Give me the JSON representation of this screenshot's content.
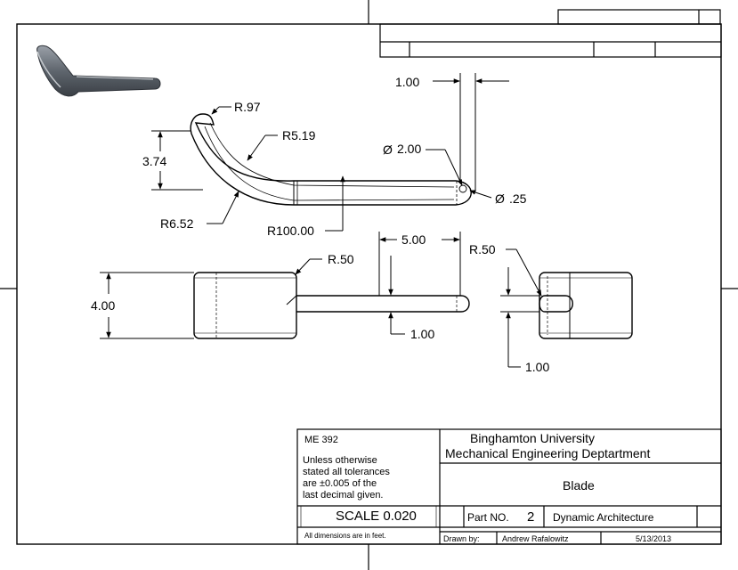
{
  "dimensions": {
    "d_1_00_top": "1.00",
    "r_097": "R.97",
    "r_519": "R5.19",
    "d_374": "3.74",
    "dia_200": "2.00",
    "dia_025": ".25",
    "r_652": "R6.52",
    "r_10000": "R100.00",
    "d_500": "5.00",
    "r_050_left": "R.50",
    "r_050_right": "R.50",
    "d_400": "4.00",
    "d_1_00_mid": "1.00",
    "d_1_00_right": "1.00",
    "diameter_symbol": "Ø"
  },
  "title_block": {
    "course": "ME 392",
    "tolerance_line1": "Unless otherwise",
    "tolerance_line2": "stated all tolerances",
    "tolerance_line3": "are ±0.005 of the",
    "tolerance_line4": "last decimal given.",
    "university": "Binghamton University",
    "department": "Mechanical Engineering Deptartment",
    "part_name": "Blade",
    "scale_label": "SCALE  0.020",
    "part_no_label": "Part NO.",
    "part_no": "2",
    "project": "Dynamic Architecture",
    "units_note": "All dimensions are in feet.",
    "drawn_by_label": "Drawn by:",
    "drawn_by": "Andrew Rafalowitz",
    "date": "5/13/2013"
  },
  "colors": {
    "line": "#000000",
    "iso_model": "#5a6068"
  }
}
